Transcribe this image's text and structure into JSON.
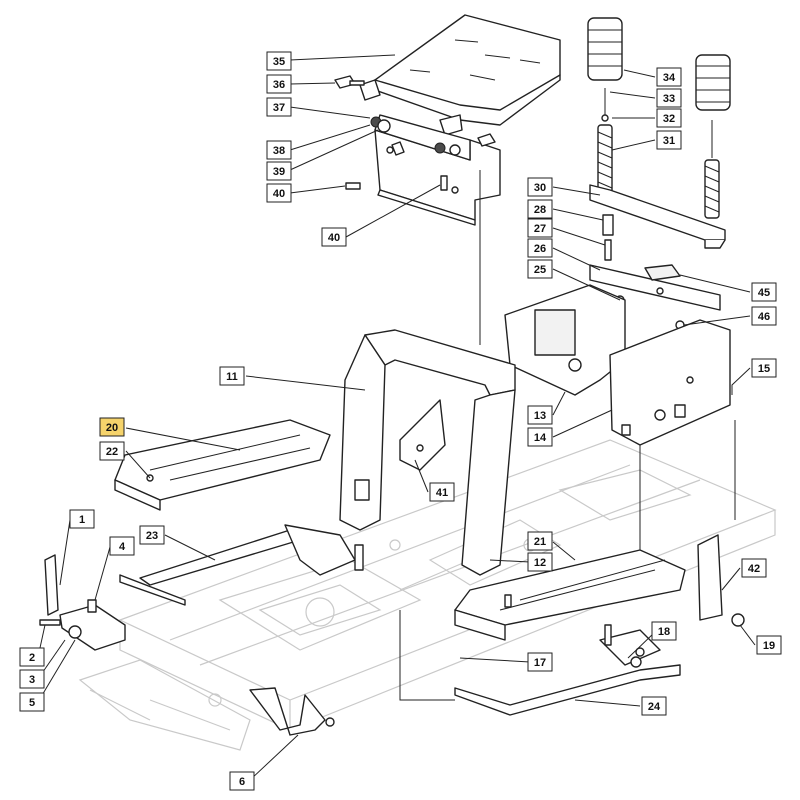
{
  "callouts": [
    {
      "label": "1",
      "highlight": false
    },
    {
      "label": "2",
      "highlight": false
    },
    {
      "label": "3",
      "highlight": false
    },
    {
      "label": "4",
      "highlight": false
    },
    {
      "label": "5",
      "highlight": false
    },
    {
      "label": "6",
      "highlight": false
    },
    {
      "label": "11",
      "highlight": false
    },
    {
      "label": "12",
      "highlight": false
    },
    {
      "label": "13",
      "highlight": false
    },
    {
      "label": "14",
      "highlight": false
    },
    {
      "label": "15",
      "highlight": false
    },
    {
      "label": "17",
      "highlight": false
    },
    {
      "label": "18",
      "highlight": false
    },
    {
      "label": "19",
      "highlight": false
    },
    {
      "label": "20",
      "highlight": true
    },
    {
      "label": "21",
      "highlight": false
    },
    {
      "label": "22",
      "highlight": false
    },
    {
      "label": "23",
      "highlight": false
    },
    {
      "label": "24",
      "highlight": false
    },
    {
      "label": "25",
      "highlight": false
    },
    {
      "label": "26",
      "highlight": false
    },
    {
      "label": "27",
      "highlight": false
    },
    {
      "label": "28",
      "highlight": false
    },
    {
      "label": "30",
      "highlight": false
    },
    {
      "label": "31",
      "highlight": false
    },
    {
      "label": "32",
      "highlight": false
    },
    {
      "label": "33",
      "highlight": false
    },
    {
      "label": "34",
      "highlight": false
    },
    {
      "label": "35",
      "highlight": false
    },
    {
      "label": "36",
      "highlight": false
    },
    {
      "label": "37",
      "highlight": false
    },
    {
      "label": "38",
      "highlight": false
    },
    {
      "label": "39",
      "highlight": false
    },
    {
      "label": "40",
      "highlight": false
    },
    {
      "label": "40",
      "highlight": false
    },
    {
      "label": "41",
      "highlight": false
    },
    {
      "label": "42",
      "highlight": false
    },
    {
      "label": "45",
      "highlight": false
    },
    {
      "label": "46",
      "highlight": false
    }
  ],
  "colors": {
    "highlight": "#f5d36b",
    "line": "#222222",
    "ghost": "#c9c9c9"
  }
}
